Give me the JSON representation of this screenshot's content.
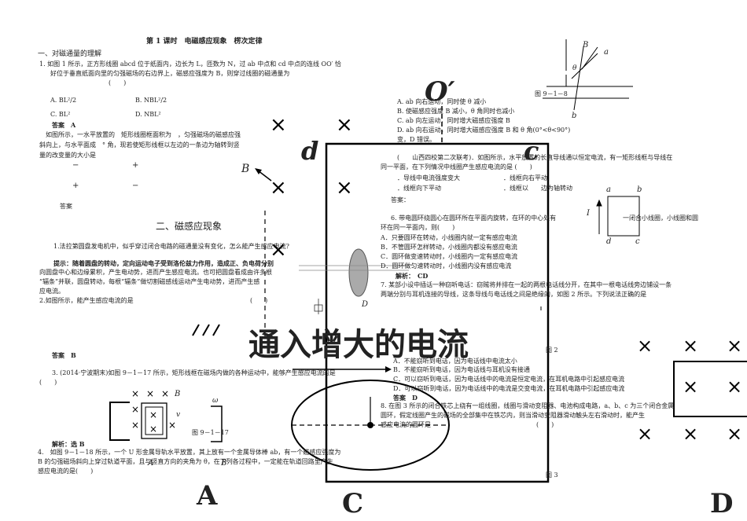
{
  "left": {
    "lesson_title": "第 1 课时　电磁感应现象　楞次定律",
    "section1": "一、对磁通量的理解",
    "q1_line1": "1. 如图 1 所示，正方形线圈 abcd 位于纸面内，边长为 L，匝数为 N，过 ab 中点和 cd 中点的连线 OO′ 恰",
    "q1_line2": "好位于垂直纸面向里的匀强磁场的右边界上，磁感应强度为 B，则穿过线圈的磁通量为",
    "q1_paren": "(　　)",
    "q1_optA": "A. BL²/2",
    "q1_optB": "B. NBL²/2",
    "q1_optC": "C. BL²",
    "q1_optD": "D. NBL²",
    "q1_answer": "答案　A",
    "q2_line1": "如图所示，一水平放置的　矩形线圈框面积为　，匀强磁场的磁感应强",
    "q2_line2": "斜向上，与水平面成　° 角，现若使矩形线框以左边的一条边为轴转到竖",
    "q2_line3": "量的改变量的大小是",
    "minus1": "−",
    "plus1": "+",
    "plus2": "+",
    "minus2": "−",
    "answer_label": "答案",
    "section2": "二、磁感应现象",
    "q3_line1": "1.法拉第圆盘发电机中，似乎穿过闭合电路的磁通量没有变化，怎么能产生感应电流?",
    "hint_line1": "提示：随着圆盘的转动，定向运动电子受到洛伦兹力作用，造成正、负电荷分别",
    "hint_line2": "向圆盘中心和边缘累积，产生电动势，进而产生感应电流。也可把圆盘看成由许多根",
    "hint_line3": "“辐条”并联，圆盘转动，每根“辐条”做切割磁感线运动产生电动势，进而产生感",
    "hint_line4": "应电流。",
    "q4": "2.如图所示，能产生感应电流的是",
    "q4_paren": "(　　)",
    "q4_answer": "答案　B",
    "q5_line1": "3. (2014·宁波期末)如图 9－1－17 所示，矩形线框在磁场内做的各种运动中，能够产生感应电流的是",
    "q5_line2": "(　　)",
    "fig917": "图 9－1－17",
    "q5_solution": "解析：选 B",
    "q6_line1": "4.　如图 9－1－18 所示，一个 U 形金属导轨水平放置，其上放有一个金属导体棒 ab，有一个磁感应强度为",
    "q6_line2": "B 的匀强磁场斜向上穿过轨道平面，且与竖直方向的夹角为 θ，在下列各过程中，一定能在轨道回路里产生",
    "q6_line3": "感应电流的是(　　)"
  },
  "right": {
    "fig918": "图 9－1－8",
    "optA": "A. ab 向右运动，同时使 θ 减小",
    "optB": "B. 使磁感应强度 B 减小，θ 角同时也减小",
    "optC": "C. ab 向左运动，同时增大磁感应强度 B",
    "optD": "D. ab 向右运动，同时增大磁感应强度 B 和 θ 角(0°<θ<90°)",
    "sol": "变，D 错误。",
    "q7_line1": "(　　山西四校第二次联考)．如图所示，水平放置的长直导线通以恒定电流，有一矩形线框与导线在",
    "q7_line2": "同一平面，在下列情况中线圈产生感应电流的是 (　　)",
    "q7_a": "．导线中电流强度变大",
    "q7_b": "．线框向右平动",
    "q7_c": "．线框向下平动",
    "q7_d": "．线框以　　边为轴转动",
    "q7_ans": "答案：",
    "q8_side": "一闭合小线圈，小线圈和圆",
    "q8_line1": "6. 带电圆环绕圆心在圆环所在平面内旋转，在环的中心处有",
    "q8_line2": "环在同一平面内，则(　　)",
    "q8_a": "A．只要圆环在转动，小线圈内就一定有感应电流",
    "q8_b": "B．不管圆环怎样转动，小线圈内都没有感应电流",
    "q8_c": "C．圆环做变速转动时，小线圈内一定有感应电流",
    "q8_d": "D．圆环做匀速转动时，小线圈内没有感应电流",
    "q8_ans": "解析：　CD",
    "q9_line1": "7. 某部小设中插话一种窃听电话：窃贼将并排在一起的两根电话线分开，在其中一根电话线旁边铺设一条",
    "q9_line2": "两端分别与耳机连接的导线，这条导线与电话线之间是绝缘的，如图 2 所示。下列说法正确的是",
    "fig2": "图 2",
    "q9_a": "A．不能窃听到电话，因为电话线中电流太小",
    "q9_b": "B．不能窃听到电话，因为电话线与耳机没有接通",
    "q9_c": "C．可以窃听到电话，因为电话线中的电流是恒定电流，在耳机电路中引起感应电流",
    "q9_d": "D．可以窃听到电话，因为电话线中的电流是交变电流，在耳机电路中引起感应电流",
    "q9_ans": "答案　D",
    "q10_line1": "8. 在图 3 所示的闭合铁芯上绕有一组线圈，线圈与滑动变阻器、电池构成电路，a、b、c 为三个闭合金属",
    "q10_line2": "圆环，假定线圈产生的磁场的全部集中在铁芯内，则当滑动变阻器滑动触头左右滑动时，能产生",
    "q10_line3": "感应电流的圆环是",
    "q10_paren": "(　　)",
    "fig3": "图 3"
  },
  "overlay": {
    "O_prime": "O′",
    "d": "d",
    "c": "c",
    "B_arrow": "B",
    "banner": "通入增大的电流",
    "opt_A": "A",
    "opt_C": "C",
    "opt_D": "D",
    "cross": "×",
    "fig_B": "B",
    "fig_a": "a",
    "fig_b": "b",
    "fig_theta": "θ",
    "fig_I": "I",
    "fig_d": "d",
    "fig_c": "c",
    "fig_D": "D",
    "fig_v": "v",
    "fig_omega": "ω",
    "fig_A_small": "A",
    "fig_B_small": "B"
  }
}
